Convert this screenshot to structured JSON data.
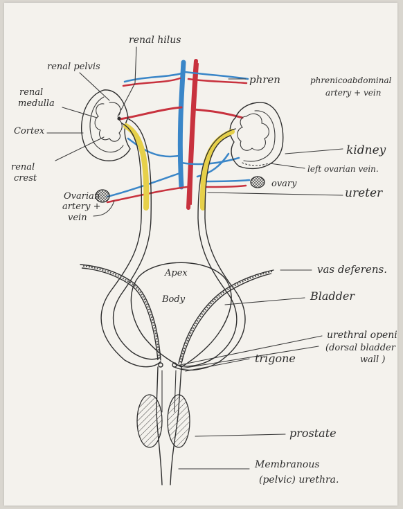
{
  "colors": {
    "artery": "#c8323e",
    "vein": "#3a86c8",
    "ureter": "#e6d04a",
    "ink": "#2e2e2e",
    "paper": "#f4f2ed"
  },
  "labels": {
    "renal_hilus": "renal hilus",
    "renal_pelvis": "renal pelvis",
    "renal_medulla_1": "renal",
    "renal_medulla_2": "medulla",
    "cortex": "Cortex",
    "renal_crest_1": "renal",
    "renal_crest_2": "crest",
    "phren": "phren",
    "phrenicoabdominal_1": "phrenicoabdominal",
    "phrenicoabdominal_2": "artery + vein",
    "kidney": "kidney",
    "left_ovarian_vein": "left ovarian vein.",
    "ovary": "ovary",
    "ureter": "ureter",
    "ovarian_1": "Ovarian",
    "ovarian_2": "artery +",
    "ovarian_3": "vein",
    "vas_deferens": "vas deferens.",
    "bladder": "Bladder",
    "apex": "Apex",
    "body": "Body",
    "urethral_opening_1": "urethral openi",
    "urethral_opening_2": "(dorsal bladder",
    "urethral_opening_3": "wall )",
    "trigone": "trigone",
    "prostate": "prostate",
    "membranous_1": "Membranous",
    "membranous_2": "(pelvic) urethra."
  }
}
